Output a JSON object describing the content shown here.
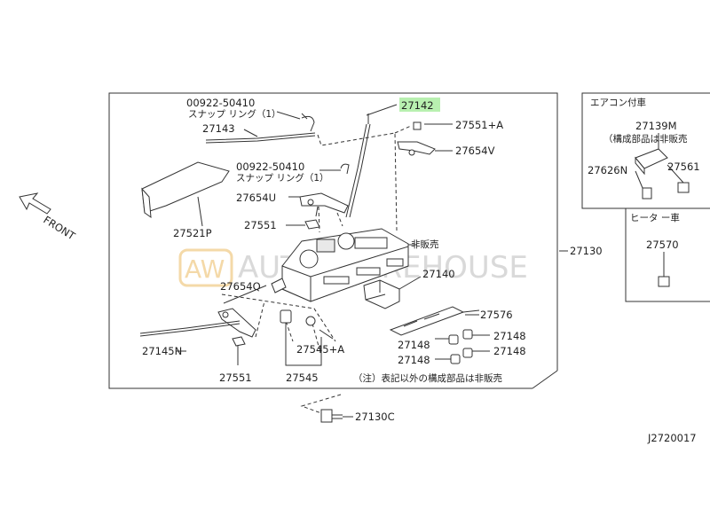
{
  "labels": {
    "p00922_a": "00922-50410",
    "snap_ring_a": "スナップ リング（1）",
    "p27143": "27143",
    "p27142": "27142",
    "p27551a_top": "27551+A",
    "p27654v": "27654V",
    "p00922_b": "00922-50410",
    "snap_ring_b": "スナップ リング（1）",
    "p27654u": "27654U",
    "p27551_mid": "27551",
    "p27521p": "27521P",
    "hibaibai": "非販売",
    "p27130": "27130",
    "p27140": "27140",
    "p27654q": "27654Q",
    "p27576": "27576",
    "p27145n": "27145N",
    "p27148_1": "27148",
    "p27148_2": "27148",
    "p27148_3": "27148",
    "p27148_4": "27148",
    "p27545a": "27545+A",
    "p27551_bot": "27551",
    "p27545": "27545",
    "note": "（注）表記以外の構成部品は非販売",
    "p27130c": "27130C",
    "aircon": "エアコン付車",
    "p27139m": "27139M",
    "kosei": "（構成部品は非販売",
    "p27626n": "27626N",
    "p27561": "27561",
    "heater": "ヒータ ー車",
    "p27570": "27570",
    "front": "FRONT",
    "diagram_id": "J2720017",
    "wm_logo": "AW",
    "wm_text": "AUTO    WAREHOUSE"
  },
  "colors": {
    "highlight": "#b8f0b0",
    "ink": "#333333"
  }
}
